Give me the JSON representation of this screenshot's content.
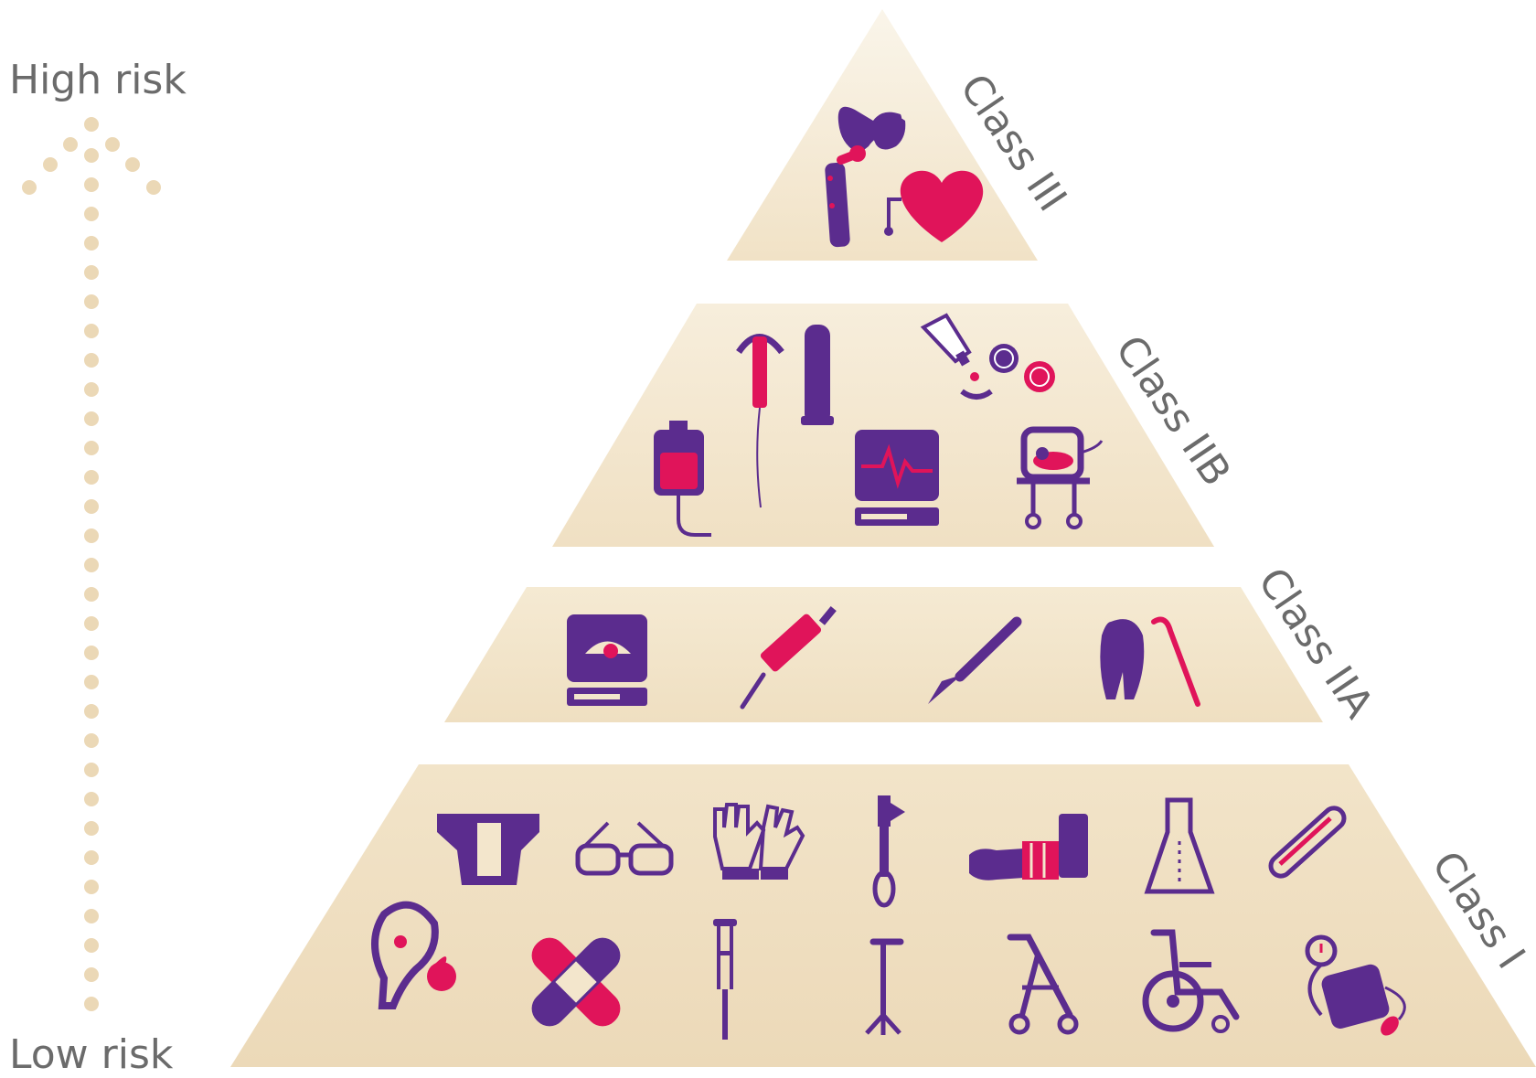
{
  "risk_axis": {
    "high_label": "High risk",
    "low_label": "Low risk"
  },
  "tiers": [
    {
      "label": "Class III",
      "devices": [
        "hip-implant-icon",
        "pacemaker-heart-icon"
      ]
    },
    {
      "label": "Class IIB",
      "devices": [
        "iud-icon",
        "condom-icon",
        "eye-drops-lens-icon",
        "iv-bag-icon",
        "cardiac-monitor-icon",
        "infant-incubator-icon"
      ]
    },
    {
      "label": "Class IIA",
      "devices": [
        "ultrasound-monitor-icon",
        "syringe-icon",
        "scalpel-icon",
        "tooth-dental-tool-icon"
      ]
    },
    {
      "label": "Class I",
      "devices": [
        "diaper-icon",
        "eyeglasses-icon",
        "gloves-icon",
        "reflex-hammer-icon",
        "arm-cast-icon",
        "lab-flask-icon",
        "thermometer-icon",
        "hearing-aid-icon",
        "bandage-icon",
        "crutch-icon",
        "cane-icon",
        "walker-icon",
        "wheelchair-icon",
        "blood-pressure-cuff-icon"
      ]
    }
  ],
  "colors": {
    "tier_fill": "#f3e6cc",
    "purple": "#5b2c8e",
    "pink": "#e0145a",
    "dots": "#ebd8b6",
    "text": "#6b6b6b"
  }
}
